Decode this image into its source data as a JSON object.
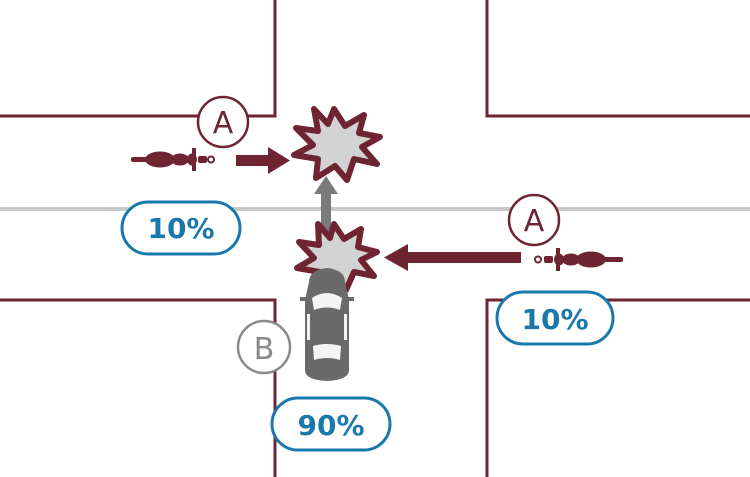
{
  "colors": {
    "road_line": "#6e2431",
    "center_line": "#c8c8c8",
    "vehicle_a": "#6e2431",
    "vehicle_b": "#6a6a6a",
    "arrow_a": "#6e2431",
    "arrow_b": "#7a7a7a",
    "collision_fill": "#d2d2d2",
    "collision_stroke": "#6e2431",
    "pct_text": "#1b78ad",
    "pct_border": "#1b78ad",
    "label_b": "#8a8a8a"
  },
  "labels": {
    "motorcycle_a_left": "A",
    "motorcycle_a_right": "A",
    "car_b": "B"
  },
  "percentages": {
    "motorcycle_a_left": "10%",
    "motorcycle_a_right": "10%",
    "car_b": "90%"
  },
  "icons": {
    "motorcycle_left": "motorcycle-icon",
    "motorcycle_right": "motorcycle-icon",
    "car": "car-icon",
    "collision_top": "collision-burst-icon",
    "collision_bottom": "collision-burst-icon"
  }
}
